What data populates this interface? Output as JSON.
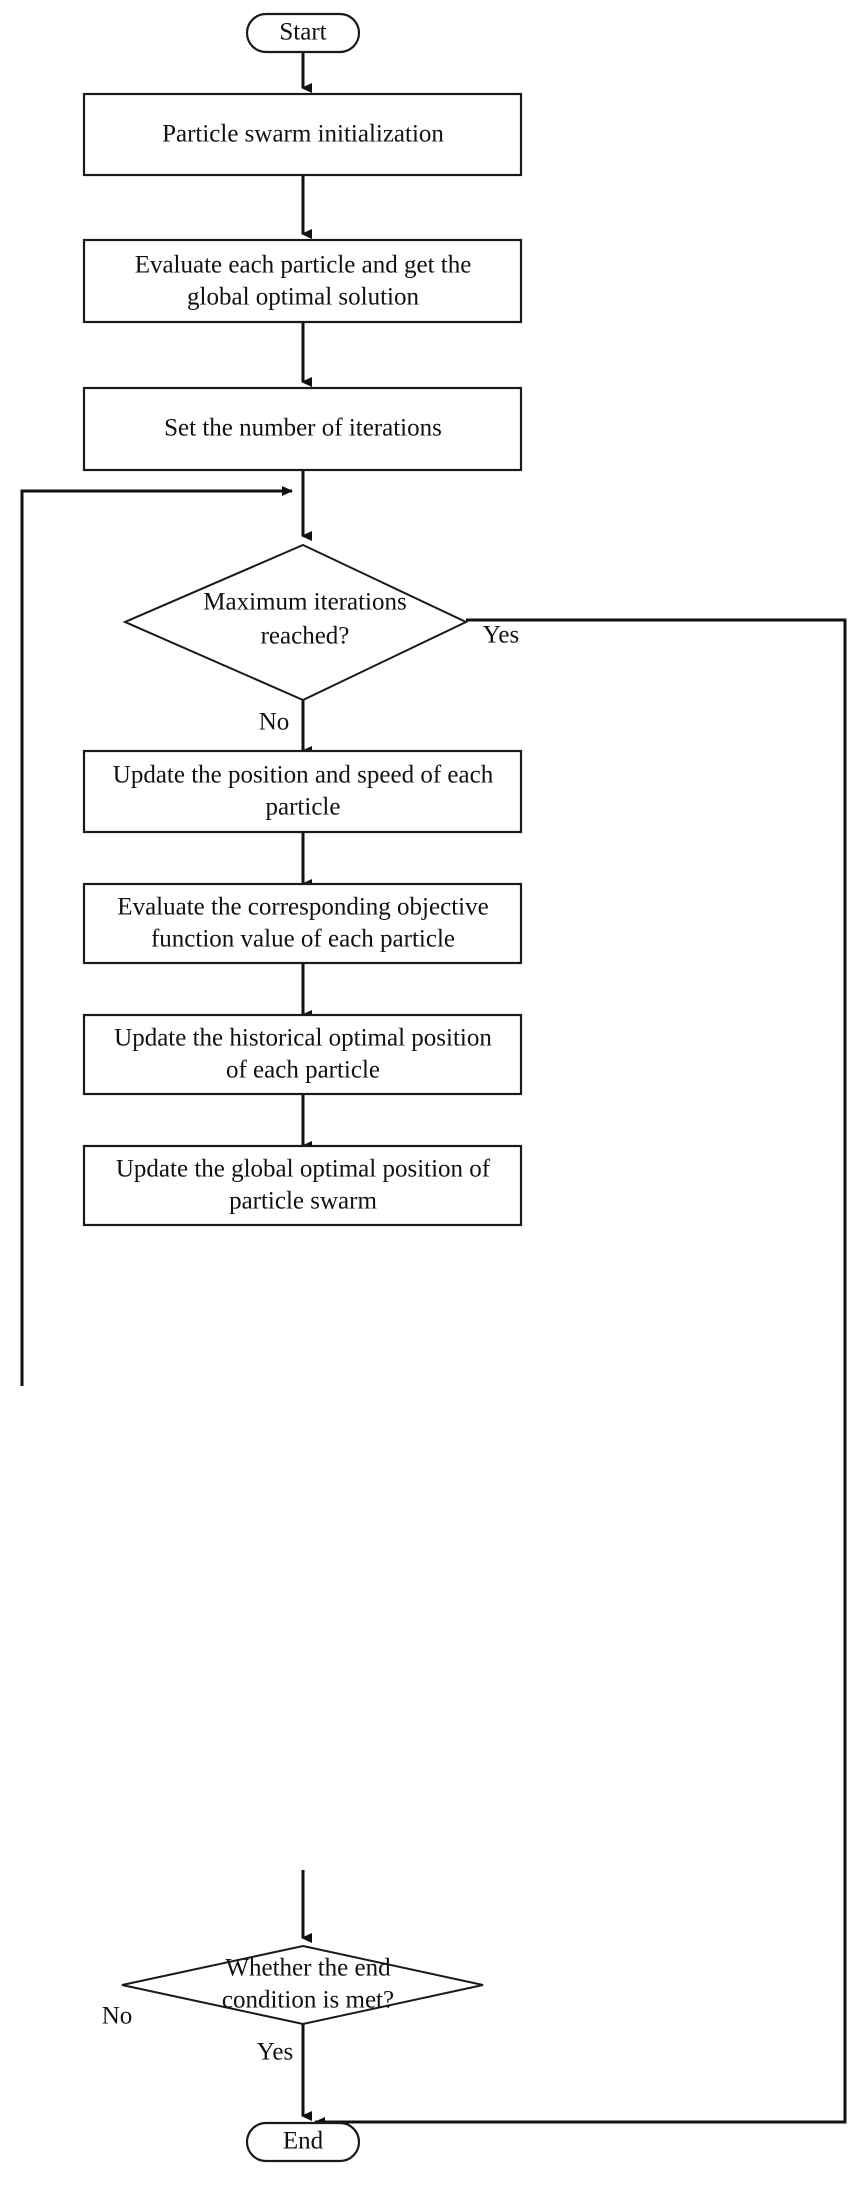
{
  "diagram": {
    "title": "Particle swarm optimization flowchart",
    "type": "flowchart",
    "colors": {
      "background": "#ffffff",
      "stroke": "#111111",
      "node_fill": "#ffffff",
      "text": "#111111"
    },
    "nodes": {
      "start": {
        "label": "Start",
        "shape": "terminator"
      },
      "init": {
        "label": "Particle swarm initialization",
        "shape": "process"
      },
      "evaluate_global": {
        "line1": "Evaluate each particle and get the",
        "line2": "global optimal solution",
        "shape": "process"
      },
      "set_iterations": {
        "label": "Set the number of iterations",
        "shape": "process"
      },
      "max_iter_decision": {
        "line1": "Maximum iterations",
        "line2": "reached?",
        "shape": "decision"
      },
      "update_pos_speed": {
        "line1": "Update the position and speed of each",
        "line2": "particle",
        "shape": "process"
      },
      "evaluate_objective": {
        "line1": "Evaluate the corresponding objective",
        "line2": "function value of each particle",
        "shape": "process"
      },
      "update_historical": {
        "line1": "Update the historical optimal position",
        "line2": "of each particle",
        "shape": "process"
      },
      "update_global": {
        "line1": "Update the global optimal position of",
        "line2": "particle swarm",
        "shape": "process"
      },
      "end_condition_decision": {
        "line1": "Whether the end",
        "line2": "condition is met?",
        "shape": "decision"
      },
      "end": {
        "label": "End",
        "shape": "terminator"
      }
    },
    "edge_labels": {
      "max_iter_yes": "Yes",
      "max_iter_no": "No",
      "end_condition_no": "No",
      "end_condition_yes": "Yes"
    }
  }
}
